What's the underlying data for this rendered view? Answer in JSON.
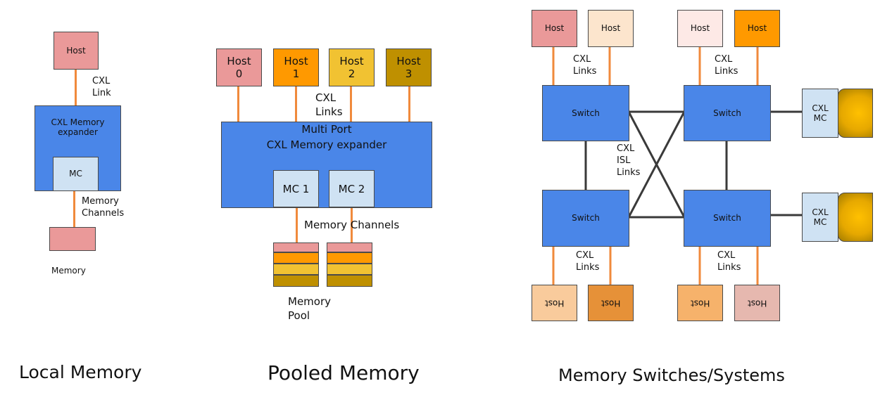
{
  "local": {
    "host": "Host",
    "link_label": "CXL\nLink",
    "expander": "CXL Memory\nexpander",
    "mc": "MC",
    "channels_label": "Memory\nChannels",
    "memory": "Memory",
    "title": "Local Memory"
  },
  "pooled": {
    "hosts": [
      "Host\n0",
      "Host\n1",
      "Host\n2",
      "Host\n3"
    ],
    "links_label": "CXL\nLinks",
    "expander": "Multi Port\nCXL Memory expander",
    "mcs": [
      "MC 1",
      "MC 2"
    ],
    "channels_label": "Memory  Channels",
    "pool_label": "Memory\nPool",
    "title": "Pooled Memory"
  },
  "switches": {
    "top_hosts": [
      "Host",
      "Host",
      "Host",
      "Host"
    ],
    "bottom_hosts": [
      "Host",
      "Host",
      "Host",
      "Host"
    ],
    "switch": "Switch",
    "links_label": "CXL\nLinks",
    "isl_label": "CXL\nISL\nLinks",
    "mc": "CXL\nMC",
    "title": "Memory Switches/Systems"
  },
  "colors": {
    "blue": "#4a86e8",
    "light_blue": "#cfe2f3",
    "pink": "#ea9999",
    "orange": "#ff9900",
    "yellow": "#f1c232",
    "olive": "#bf9000",
    "peach": "#fce5cd",
    "light_pink": "#fde9e6",
    "link": "#f08a3c"
  }
}
